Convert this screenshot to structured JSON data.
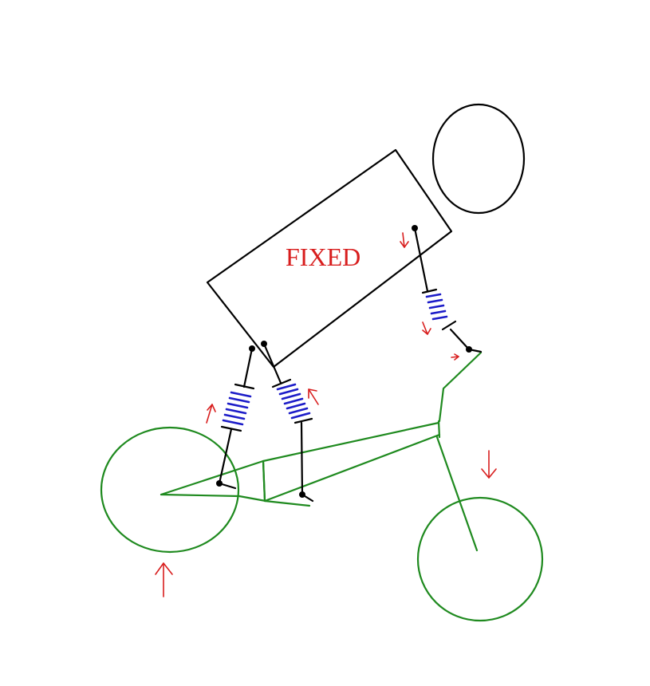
{
  "diagram": {
    "body_label": "FIXED",
    "colors": {
      "bike": "#1f8a1f",
      "rider": "#000000",
      "spring": "#1c1cc8",
      "arrow": "#d81e1e"
    },
    "springs": [
      {
        "name": "rear-leg-spring",
        "coils": 6
      },
      {
        "name": "front-leg-spring",
        "coils": 7
      },
      {
        "name": "arm-spring",
        "coils": 5
      }
    ],
    "arrows": [
      {
        "name": "rear-wheel-up-arrow",
        "direction": "up"
      },
      {
        "name": "front-wheel-down-arrow",
        "direction": "down"
      },
      {
        "name": "rear-leg-up-arrow",
        "direction": "up"
      },
      {
        "name": "front-leg-up-arrow",
        "direction": "up-left"
      },
      {
        "name": "shoulder-down-arrow",
        "direction": "down"
      },
      {
        "name": "arm-spring-down-arrow",
        "direction": "down-left"
      },
      {
        "name": "handlebar-right-arrow",
        "direction": "right"
      }
    ]
  }
}
